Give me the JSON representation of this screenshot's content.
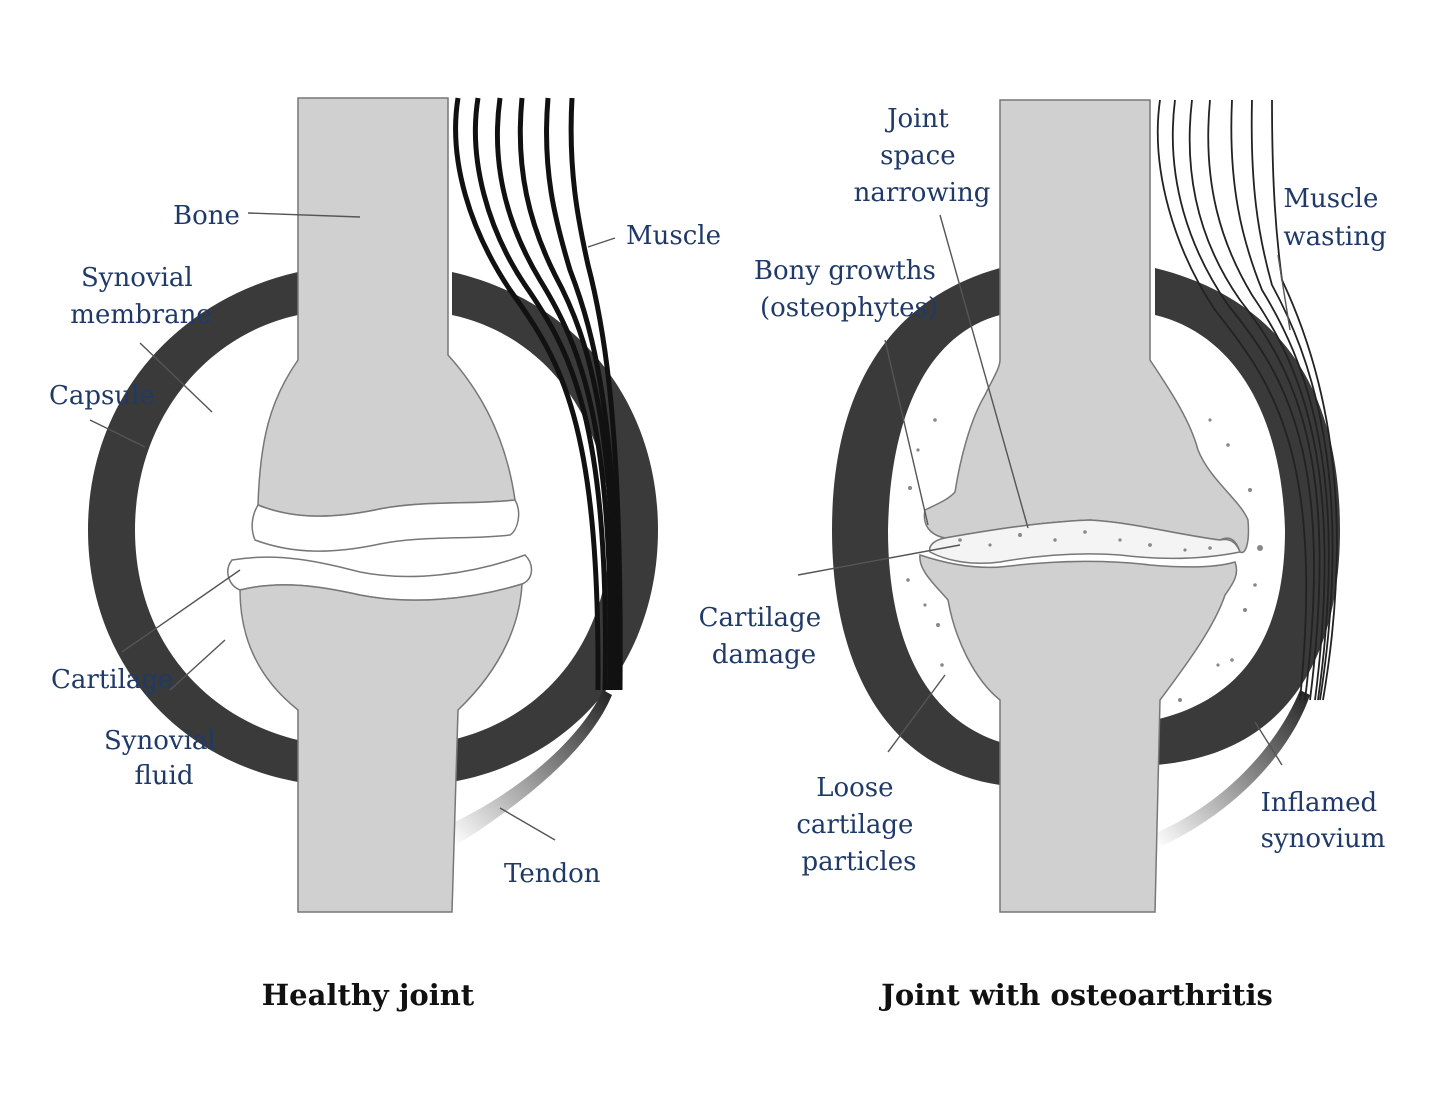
{
  "panels": [
    {
      "caption": "Healthy joint",
      "labels": {
        "bone": [
          "Bone"
        ],
        "muscle": [
          "Muscle"
        ],
        "synovial_membrane": [
          "Synovial",
          "membrane"
        ],
        "capsule": [
          "Capsule"
        ],
        "cartilage": [
          "Cartilage"
        ],
        "synovial_fluid": [
          "Synovial",
          "fluid"
        ],
        "tendon": [
          "Tendon"
        ]
      }
    },
    {
      "caption": "Joint with osteoarthritis",
      "labels": {
        "joint_space_narrowing": [
          "Joint",
          "space",
          "narrowing"
        ],
        "muscle_wasting": [
          "Muscle",
          "wasting"
        ],
        "bony_growths": [
          "Bony growths",
          "(osteophytes)"
        ],
        "cartilage_damage": [
          "Cartilage",
          "damage"
        ],
        "loose_cartilage_particles": [
          "Loose",
          "cartilage",
          "particles"
        ],
        "inflamed_synovium": [
          "Inflamed",
          "synovium"
        ]
      }
    }
  ],
  "colors": {
    "bone": "#d0d0d0",
    "capsule": "#3a3a3a",
    "label_text": "#1f3a68",
    "caption_text": "#111111",
    "outline": "#555555"
  }
}
